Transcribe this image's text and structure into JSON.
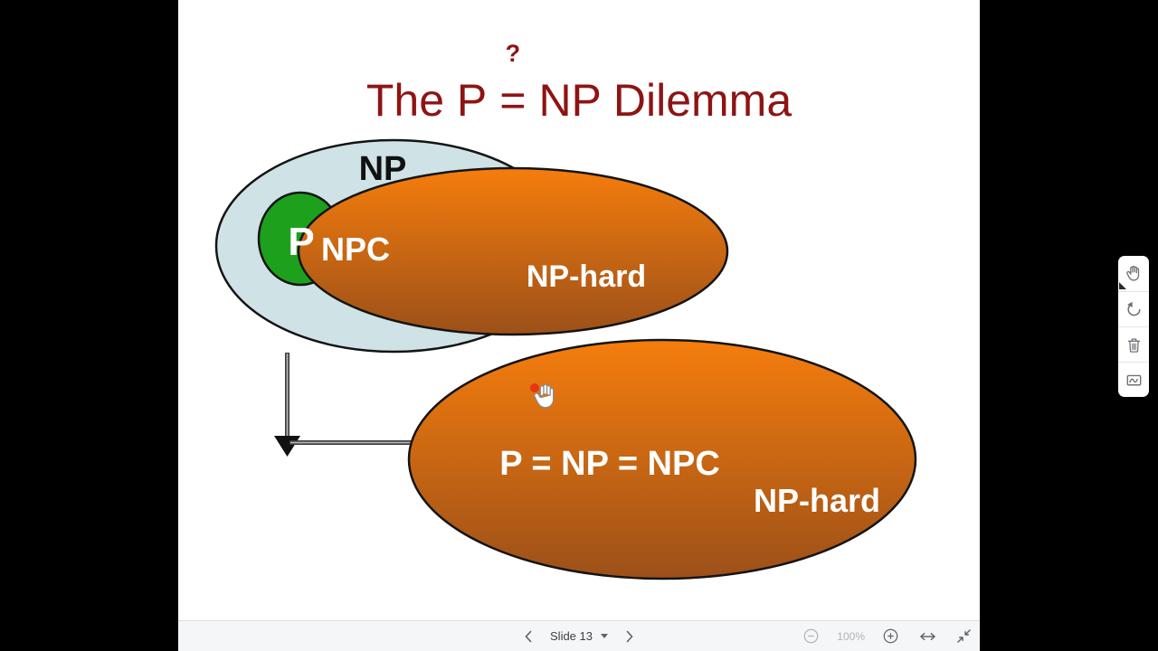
{
  "slide": {
    "title": {
      "left": "The P",
      "question_mark": "?",
      "equals": "=",
      "right": "NP Dilemma"
    },
    "labels": {
      "np": "NP",
      "p": "P",
      "npc": "NPC",
      "np_hard_top": "NP-hard",
      "merged": "P = NP = NPC",
      "np_hard_bottom": "NP-hard"
    },
    "colors": {
      "title": "#8e1414",
      "np_fill": "#cfe2e6",
      "p_fill": "#1da11d",
      "orange_top": "#f57d0d",
      "orange_bottom": "#9c5019",
      "outline": "#141414",
      "laser_dot": "#e8350e"
    }
  },
  "side_toolbar": {
    "tools": [
      "pan",
      "undo",
      "delete",
      "chart"
    ]
  },
  "bottom_bar": {
    "slide_label": "Slide 13",
    "zoom_level": "100%"
  }
}
